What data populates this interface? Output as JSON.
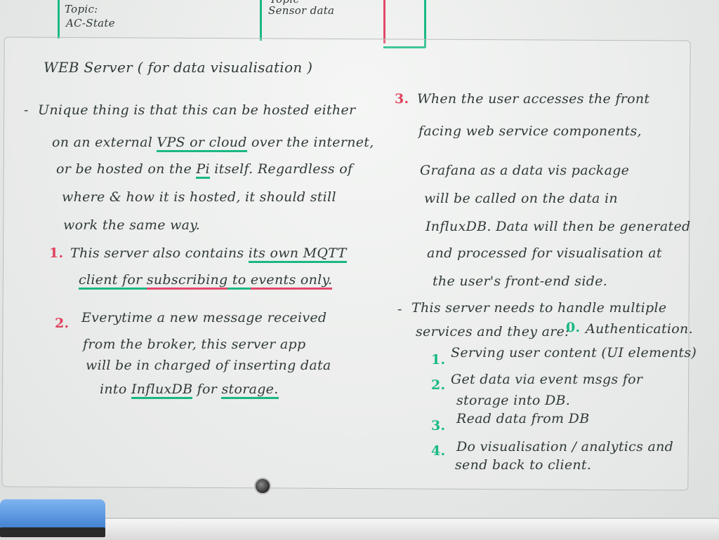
{
  "top_notes": {
    "left": [
      "Topic:",
      "AC-State"
    ],
    "middle": [
      "Topic",
      "Sensor data"
    ]
  },
  "title": "WEB Server ( for data visualisation )",
  "left_column": {
    "intro_lines": [
      "Unique thing is that this can be hosted either",
      "on an external VPS or cloud over the internet,",
      "or be hosted on the Pi itself. Regardless of",
      "where & how it is hosted, it should still",
      "work the same way."
    ],
    "item1_marker": "1.",
    "item1_lines": [
      "This server also contains its own MQTT",
      "client for subscribing to events only."
    ],
    "item2_marker": "2.",
    "item2_lines": [
      "Everytime a new message received",
      "from the broker, this server app",
      "will be in charged of inserting data",
      "into InfluxDB for storage."
    ]
  },
  "right_column": {
    "item3_marker": "3.",
    "item3_lines": [
      "When the user accesses the front",
      "facing web service components,",
      "Grafana as a data vis package",
      "will be called on the data in",
      "InfluxDB. Data will then be generated",
      "and processed for visualisation at",
      "the user's front-end side."
    ],
    "services_lines": [
      "This server needs to handle multiple",
      "services and they are:"
    ],
    "services": [
      {
        "marker": "0.",
        "text": "Authentication."
      },
      {
        "marker": "1.",
        "text": "Serving user content (UI elements)"
      },
      {
        "marker": "2.",
        "text": "Get data via event msgs for",
        "text2": "storage into DB."
      },
      {
        "marker": "3.",
        "text": "Read data from DB"
      },
      {
        "marker": "4.",
        "text": "Do visualisation / analytics and",
        "text2": "send back to client."
      }
    ]
  },
  "colors": {
    "ink_dark": "#2f3a36",
    "ink_red": "#e0425e",
    "ink_green": "#18b985"
  }
}
